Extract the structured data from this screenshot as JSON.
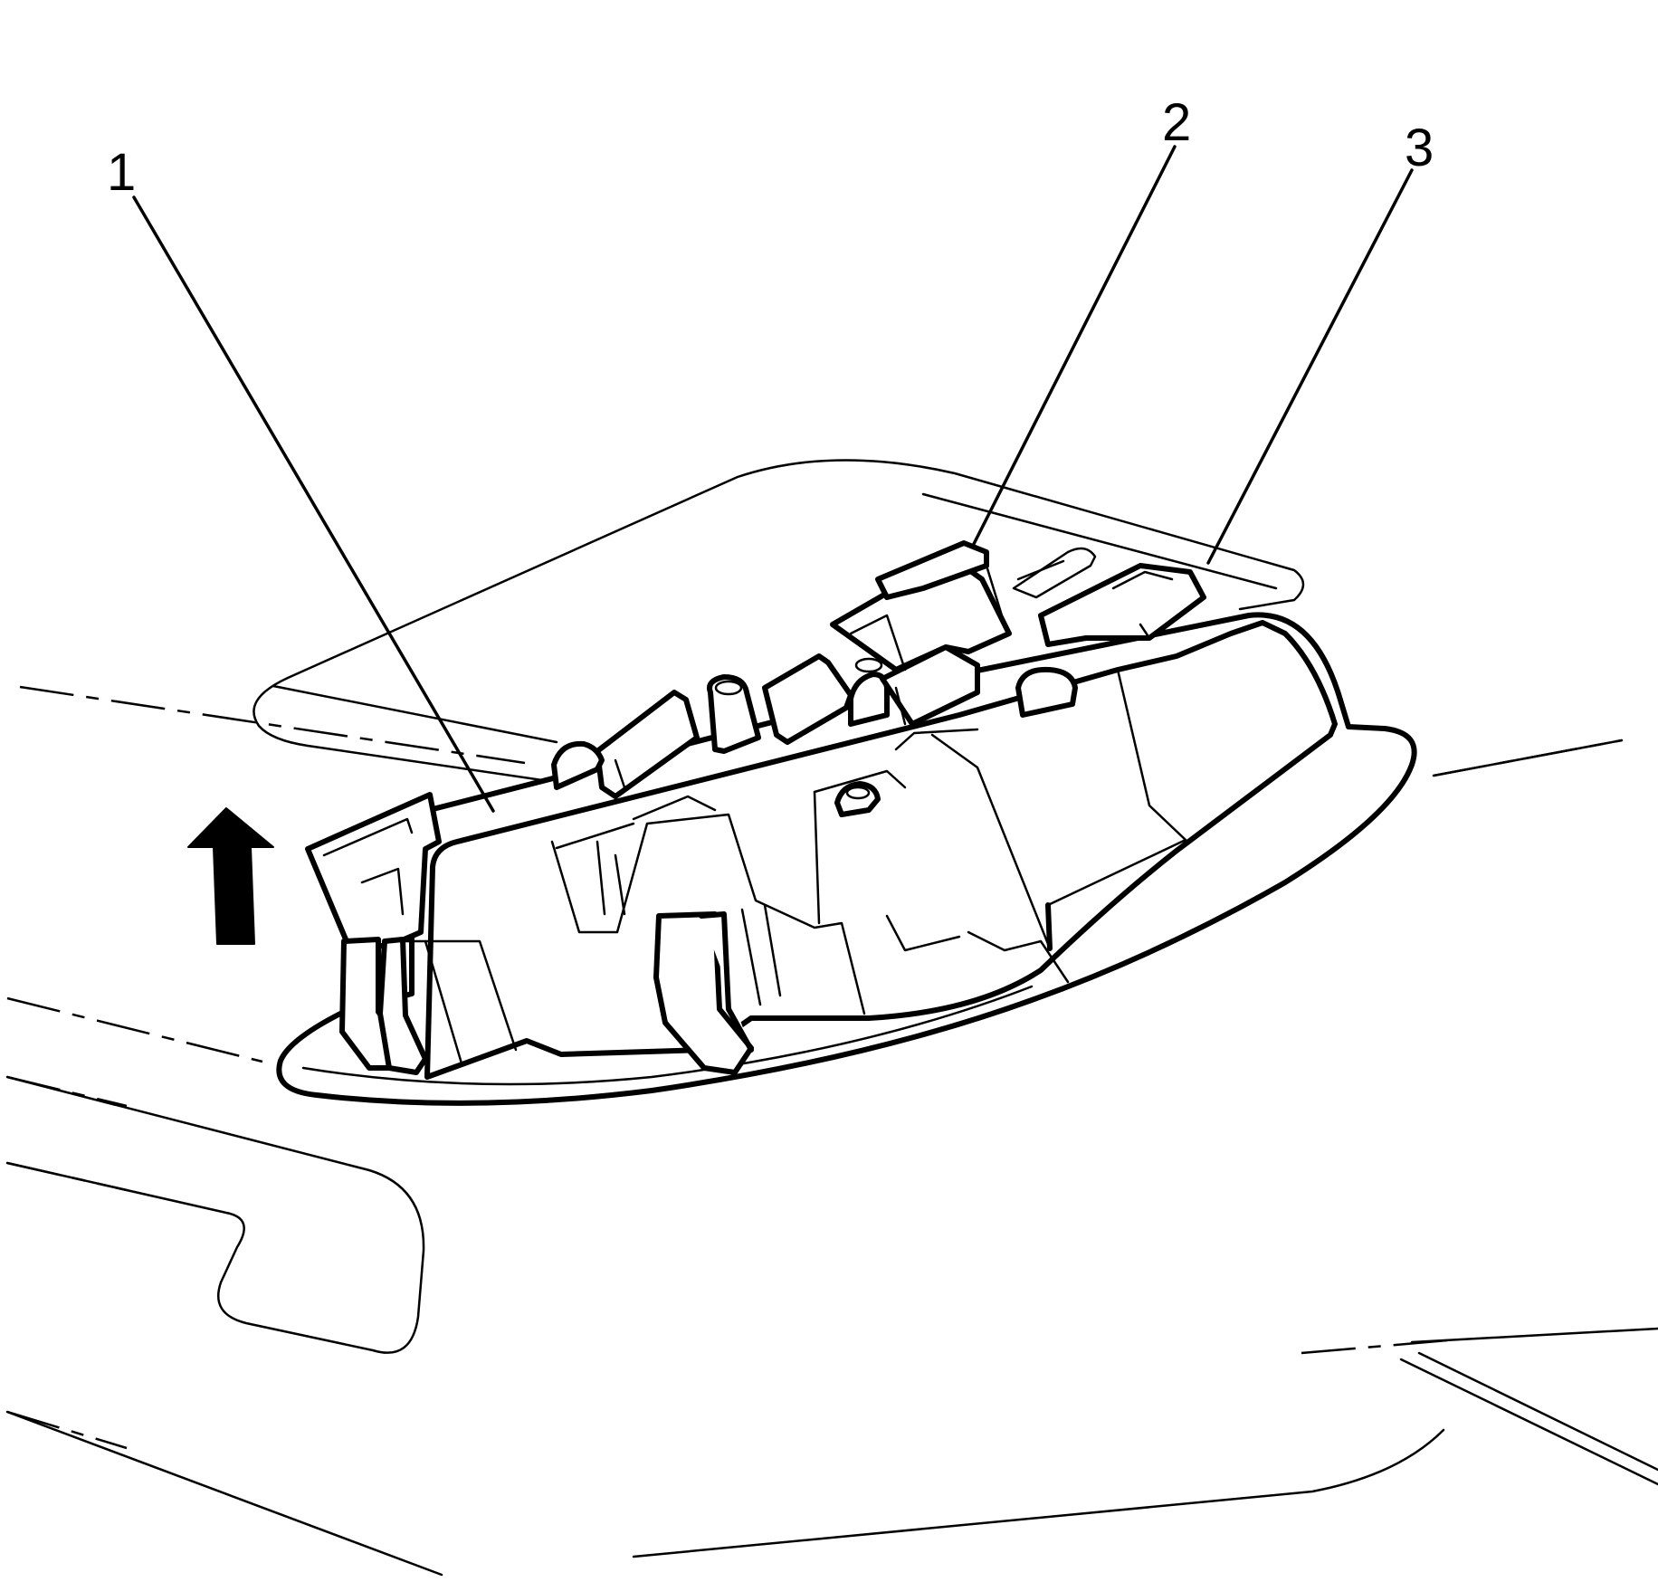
{
  "callouts": [
    {
      "id": "1",
      "label": "1"
    },
    {
      "id": "2",
      "label": "2"
    },
    {
      "id": "3",
      "label": "3"
    }
  ],
  "arrow": {
    "direction": "up",
    "icon": "up-arrow-icon"
  },
  "colors": {
    "line": "#000000",
    "background": "#ffffff"
  }
}
